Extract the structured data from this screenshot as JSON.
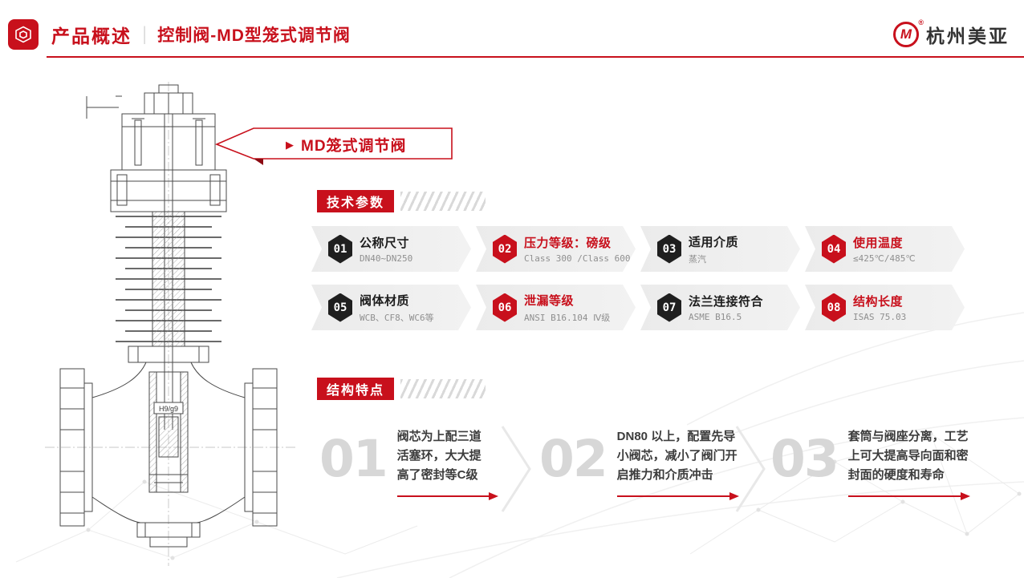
{
  "colors": {
    "accent": "#c8101c",
    "badge_dark": "#1f1f1f"
  },
  "header": {
    "title": "产品概述",
    "divider": "|",
    "subtitle": "控制阀-MD型笼式调节阀",
    "brand": "杭州美亚",
    "brand_mark": "M",
    "brand_reg": "®"
  },
  "callout": {
    "marker": "▶",
    "label": "MD笼式调节阀"
  },
  "drawing": {
    "annotation": "H9/g9"
  },
  "tech_params": {
    "section_title": "技术参数",
    "items": [
      {
        "num": "01",
        "title": "公称尺寸",
        "value": "DN40~DN250"
      },
      {
        "num": "02",
        "title": "压力等级：磅级",
        "value": "Class 300 /Class 600"
      },
      {
        "num": "03",
        "title": "适用介质",
        "value": "蒸汽"
      },
      {
        "num": "04",
        "title": "使用温度",
        "value": "≤425℃/485℃"
      },
      {
        "num": "05",
        "title": "阀体材质",
        "value": "WCB、CF8、WC6等"
      },
      {
        "num": "06",
        "title": "泄漏等级",
        "value": "ANSI B16.104 Ⅳ级"
      },
      {
        "num": "07",
        "title": "法兰连接符合",
        "value": "ASME B16.5"
      },
      {
        "num": "08",
        "title": "结构长度",
        "value": "ISAS 75.03"
      }
    ]
  },
  "features": {
    "section_title": "结构特点",
    "items": [
      {
        "num": "01",
        "text": "阀芯为上配三道活塞环，大大提高了密封等C级"
      },
      {
        "num": "02",
        "text": "DN80 以上，配置先导小阀芯，减小了阀门开启推力和介质冲击"
      },
      {
        "num": "03",
        "text": "套筒与阀座分离，工艺上可大提高导向面和密封面的硬度和寿命"
      }
    ]
  }
}
